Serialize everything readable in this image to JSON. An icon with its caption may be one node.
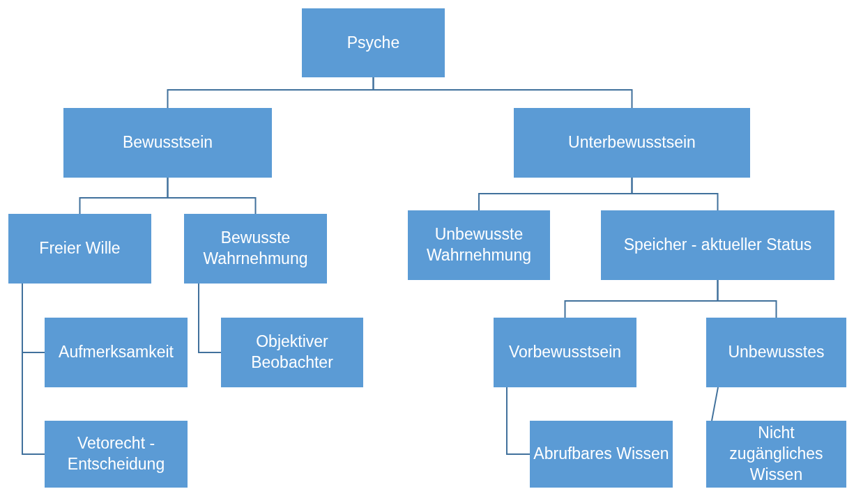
{
  "diagram": {
    "nodes": [
      {
        "text": [
          "Psyche"
        ]
      },
      {
        "text": [
          "Bewusstsein"
        ]
      },
      {
        "text": [
          "Unterbewusstsein"
        ]
      },
      {
        "text": [
          "Freier Wille"
        ]
      },
      {
        "text": [
          "Bewusste Wahrnehmung"
        ]
      },
      {
        "text": [
          "Unbewusste Wahrnehmung"
        ]
      },
      {
        "text": [
          "Speicher - aktueller Status"
        ]
      },
      {
        "text": [
          "Aufmerksamkeit"
        ]
      },
      {
        "text": [
          "Vetorecht - Entscheidung"
        ]
      },
      {
        "text": [
          "Objektiver Beobachter"
        ]
      },
      {
        "text": [
          "Vorbewusstsein"
        ]
      },
      {
        "text": [
          "Unbewusstes"
        ]
      },
      {
        "text": [
          "Abrufbares Wissen"
        ]
      },
      {
        "text": [
          "Nicht zugängliches Wissen"
        ]
      }
    ],
    "edges": [
      {
        "from": 0,
        "to": 1,
        "arrow": "none"
      },
      {
        "from": 0,
        "to": 2,
        "arrow": "none"
      },
      {
        "from": 1,
        "to": 3,
        "arrow": "none"
      },
      {
        "from": 1,
        "to": 4,
        "arrow": "none"
      },
      {
        "from": 2,
        "to": 5,
        "arrow": "none"
      },
      {
        "from": 2,
        "to": 6,
        "arrow": "none"
      },
      {
        "from": 3,
        "to": 7,
        "arrow": "none"
      },
      {
        "from": 3,
        "to": 8,
        "arrow": "none"
      },
      {
        "from": 4,
        "to": 9,
        "arrow": "none"
      },
      {
        "from": 6,
        "to": 10,
        "arrow": "none"
      },
      {
        "from": 6,
        "to": 11,
        "arrow": "none"
      },
      {
        "from": 10,
        "to": 12,
        "arrow": "none"
      },
      {
        "from": 11,
        "to": 13,
        "arrow": "none"
      }
    ]
  }
}
